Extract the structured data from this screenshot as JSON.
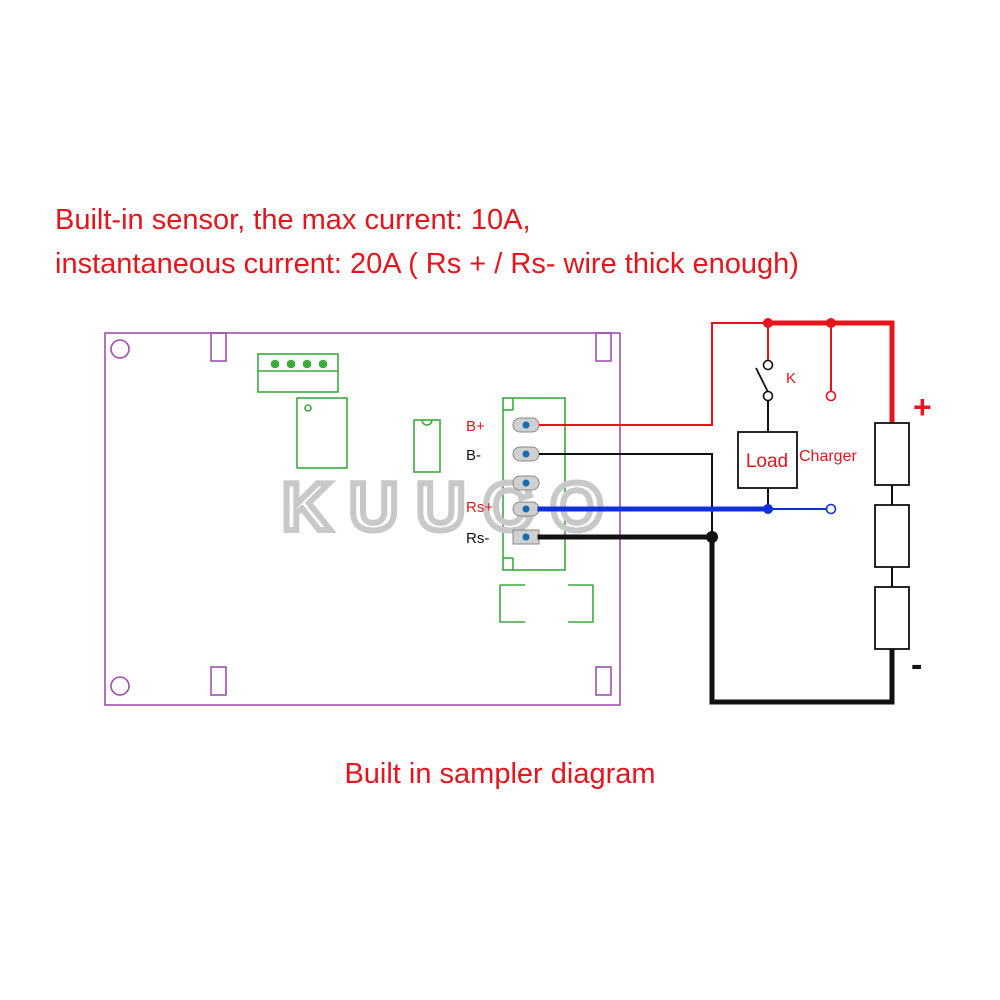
{
  "heading": {
    "line1": "Built-in sensor, the max current: 10A,",
    "line2": "instantaneous current: 20A ( Rs + / Rs- wire thick enough)"
  },
  "caption": "Built in sampler diagram",
  "terminals": {
    "b_plus": "B+",
    "b_minus": "B-",
    "rs_plus": "Rs+",
    "rs_minus": "Rs-"
  },
  "components": {
    "switch": "K",
    "load": "Load",
    "charger": "Charger",
    "positive": "+",
    "negative": "-"
  },
  "watermark": "KUUCO",
  "colors": {
    "text_red": "#e8141c",
    "board_outline": "#a050b0",
    "connector_green": "#3caa3c",
    "wire_blue": "#1030e0",
    "wire_black": "#111111",
    "wire_red": "#e8141c"
  }
}
